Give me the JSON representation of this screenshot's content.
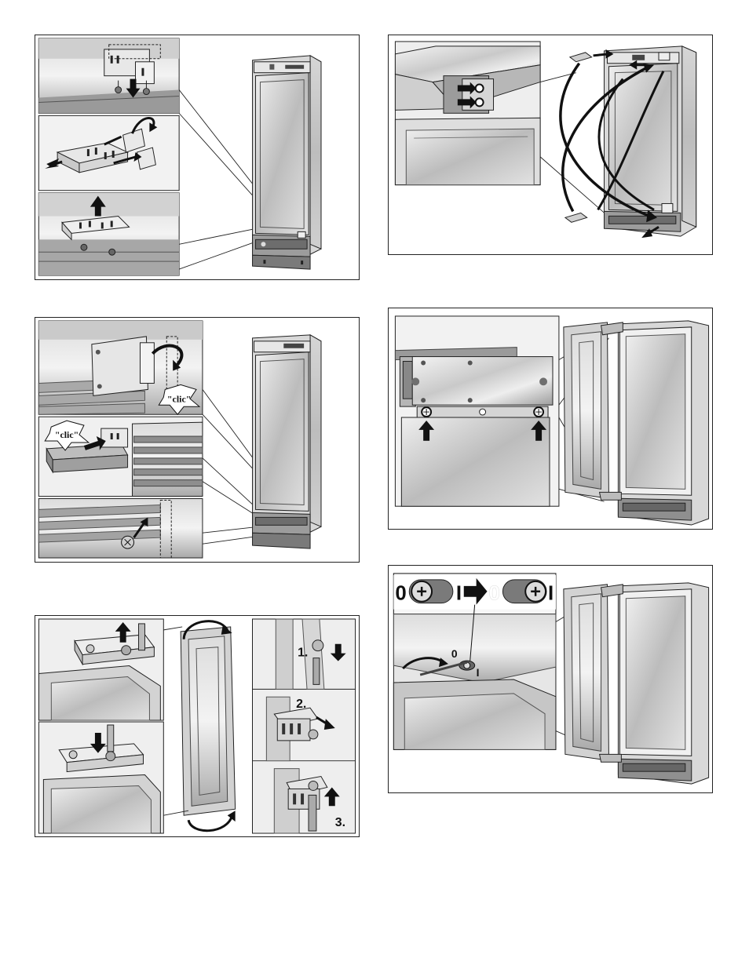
{
  "panels": {
    "p1": {},
    "p2": {},
    "p3": {
      "callouts": {
        "clic_top": "\"clic\"",
        "clic_mid": "\"clic\""
      }
    },
    "p4": {},
    "p5": {
      "steps": {
        "step1": "1.",
        "step2": "2.",
        "step3": "3."
      }
    },
    "p6": {
      "switch": {
        "left_zero": "0",
        "left_one": "I",
        "right_zero": "0",
        "right_one": "I",
        "mark_zero": "0",
        "mark_one": "I"
      }
    }
  },
  "colors": {
    "frame": "#222222",
    "metal_light": "#e6e6e6",
    "metal_mid": "#bdbdbd",
    "metal_dark": "#7a7a7a",
    "arrow": "#111111"
  }
}
